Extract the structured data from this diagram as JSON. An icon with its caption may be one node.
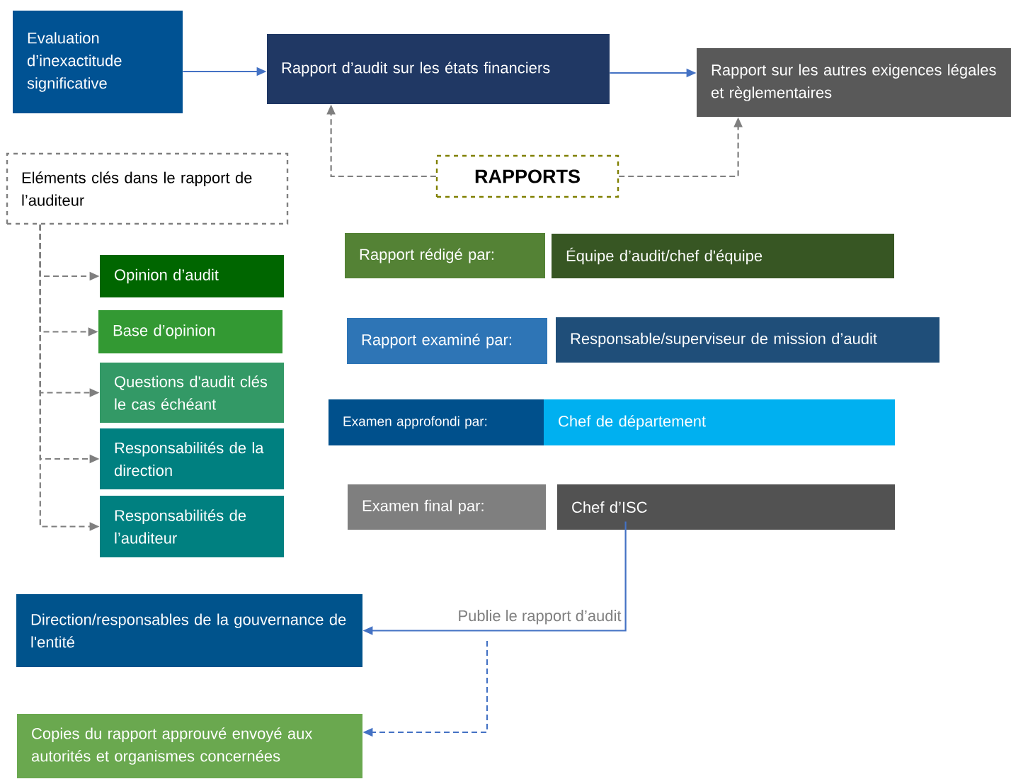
{
  "diagram": {
    "nodes": [
      {
        "text": [
          "Evaluation d’inexactitude significative"
        ]
      },
      {
        "text": [
          "Rapport d’audit sur les états financiers"
        ]
      },
      {
        "text": [
          "Rapport sur les autres exigences légales et règlementaires"
        ]
      },
      {
        "text": [
          "RAPPORTS"
        ]
      },
      {
        "text": [
          "Eléments clés dans le rapport de l’auditeur"
        ]
      },
      {
        "text": [
          "Opinion d’audit"
        ]
      },
      {
        "text": [
          "Base d’opinion"
        ]
      },
      {
        "text": [
          "Questions d'audit clés le cas échéant"
        ]
      },
      {
        "text": [
          "Responsabilités de la direction"
        ]
      },
      {
        "text": [
          "Responsabilités de l’auditeur"
        ]
      },
      {
        "text": [
          "Rapport rédigé par:"
        ]
      },
      {
        "text": [
          "Équipe d’audit/chef d'équipe"
        ]
      },
      {
        "text": [
          "Rapport examiné par:"
        ]
      },
      {
        "text": [
          "Responsable/superviseur de mission d’audit"
        ]
      },
      {
        "text": [
          "Examen approfondi par:"
        ]
      },
      {
        "text": [
          "Chef de département"
        ]
      },
      {
        "text": [
          "Examen final par:"
        ]
      },
      {
        "text": [
          "Chef d’ISC"
        ]
      },
      {
        "text": [
          "Direction/responsables de la gouvernance de l'entité"
        ]
      },
      {
        "text": [
          "Copies du rapport approuvé envoyé aux autorités et organismes concernées"
        ]
      }
    ],
    "edges": [
      {
        "from": 0,
        "to": 1,
        "arrow": "to",
        "color": "#4472c4"
      },
      {
        "from": 1,
        "to": 2,
        "arrow": "to",
        "color": "#4472c4"
      },
      {
        "from": 3,
        "to": 1,
        "arrow": "to",
        "style": "dashed"
      },
      {
        "from": 3,
        "to": 2,
        "arrow": "to",
        "style": "dashed"
      },
      {
        "from": 4,
        "to": 5,
        "arrow": "to",
        "style": "dashed"
      },
      {
        "from": 4,
        "to": 6,
        "arrow": "to",
        "style": "dashed"
      },
      {
        "from": 4,
        "to": 7,
        "arrow": "to",
        "style": "dashed"
      },
      {
        "from": 4,
        "to": 8,
        "arrow": "to",
        "style": "dashed"
      },
      {
        "from": 4,
        "to": 9,
        "arrow": "to",
        "style": "dashed"
      },
      {
        "from": 17,
        "to": 18,
        "arrow": "to",
        "label": "Publie le rapport d’audit",
        "color": "#4472c4"
      },
      {
        "from": null,
        "to": 19,
        "arrow": "to",
        "style": "dashed",
        "color": "#4472c4"
      }
    ]
  }
}
